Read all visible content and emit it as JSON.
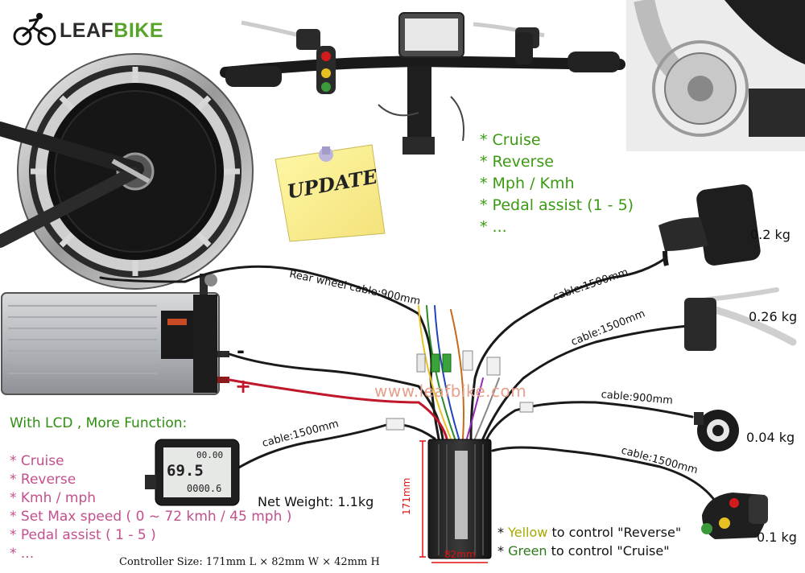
{
  "brand": {
    "prefix": "LEAF",
    "suffix": "BIKE"
  },
  "sticky_note": "UPDATE",
  "update_features": [
    "* Cruise",
    "* Reverse",
    "* Mph / Kmh",
    "* Pedal assist (1 - 5)",
    "* ..."
  ],
  "lcd_section": {
    "title": "With LCD , More Function:",
    "features": [
      "* Cruise",
      "* Reverse",
      "* Kmh / mph",
      "* Set Max speed ( 0 ~ 72 kmh / 45 mph )",
      "* Pedal assist ( 1 - 5 )",
      "* ..."
    ]
  },
  "lcd_display": {
    "top_value": "00.00",
    "speed": "69.5",
    "bottom_value": "0000.6"
  },
  "cables": {
    "rear_wheel": "Rear wheel cable:900mm",
    "throttle": "cable:1500mm",
    "brake": "cable:1500mm",
    "pas": "cable:900mm",
    "switch": "cable:1500mm",
    "lcd": "cable:1500mm"
  },
  "weights": {
    "throttle": "0.2 kg",
    "brake": "0.26 kg",
    "pas": "0.04 kg",
    "switch": "0.1 kg",
    "controller": "Net Weight: 1.1kg"
  },
  "battery": {
    "negative": "-",
    "positive": "+"
  },
  "watermark": "www.leafbike.com",
  "controller": {
    "height_label": "171mm",
    "width_label": "82mm",
    "size_text": "Controller Size: 171mm L × 82mm W × 42mm H"
  },
  "switch_notes": [
    {
      "star": "* ",
      "color_word": "Yellow",
      "rest": " to control \"Reverse\""
    },
    {
      "star": "* ",
      "color_word": "Green",
      "rest": " to control \"Cruise\""
    }
  ],
  "colors": {
    "brand_green": "#58a42a",
    "feature_green": "#3a9a12",
    "feature_pink": "#c2508d",
    "dimension_red": "#e01010",
    "watermark": "#e6a08e"
  }
}
